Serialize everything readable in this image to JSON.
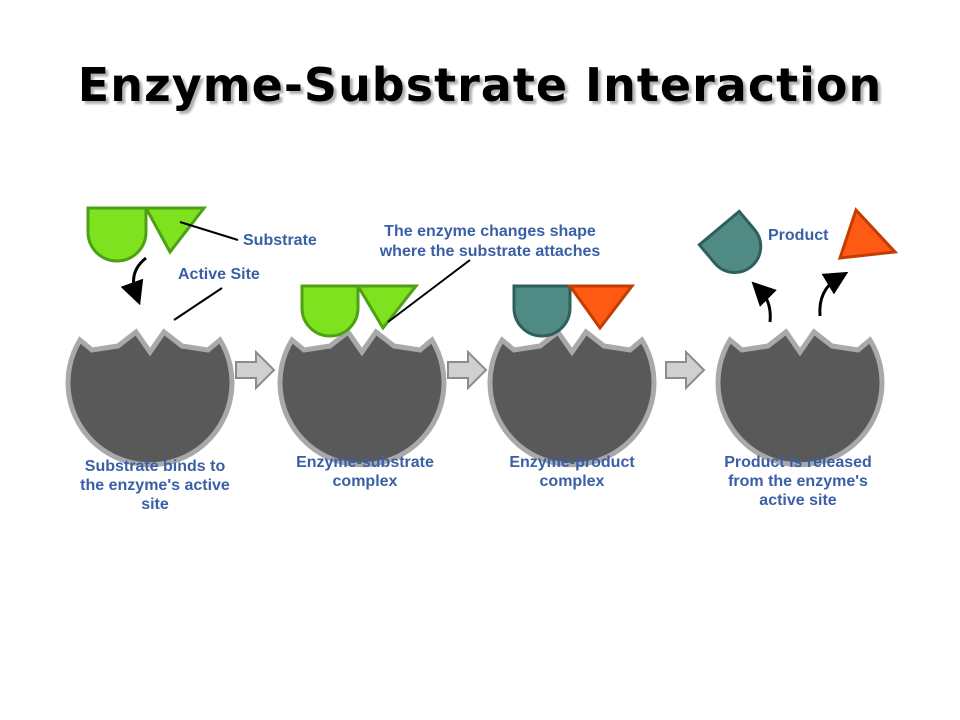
{
  "title": "Enzyme-Substrate Interaction",
  "labels": {
    "substrate": "Substrate",
    "active_site": "Active Site",
    "shape_change": [
      "The enzyme changes shape",
      "where the substrate attaches"
    ],
    "product": "Product"
  },
  "captions": [
    [
      "Substrate binds to",
      "the enzyme's active",
      "site"
    ],
    [
      "Enzyme-substrate",
      "complex"
    ],
    [
      "Enzyme-product",
      "complex"
    ],
    [
      "Product is released",
      "from the enzyme's",
      "active site"
    ]
  ],
  "colors": {
    "enzyme": "#595959",
    "enzyme_outline": "#a9a9a9",
    "substrate": "#7ee31e",
    "substrate_outline": "#4ea014",
    "product_teal": "#4f8a84",
    "product_orange": "#ff5a14",
    "label_text": "#3a5fa6",
    "arrow": "#a6a6a6"
  }
}
